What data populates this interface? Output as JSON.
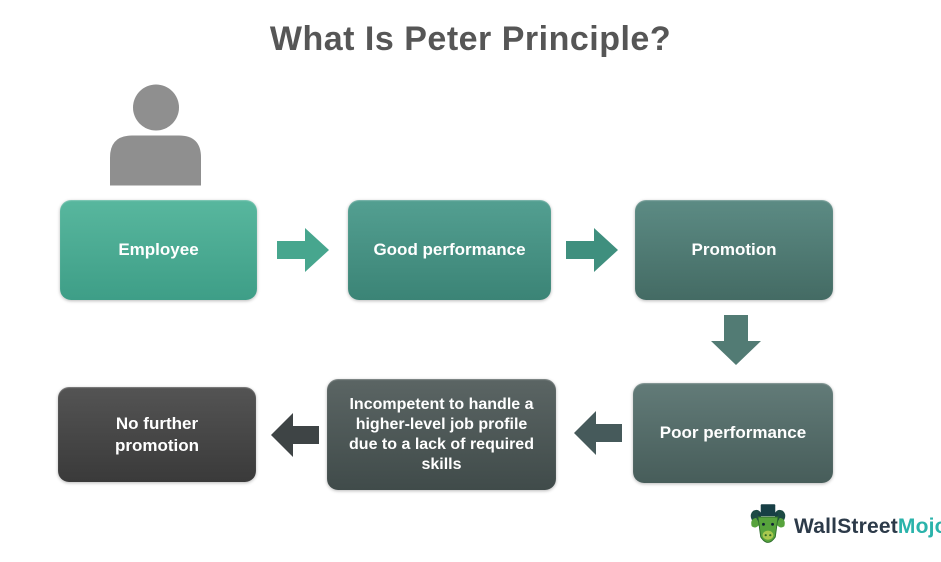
{
  "title": "What Is Peter Principle?",
  "diagram": {
    "nodes": {
      "employee": {
        "label": "Employee",
        "color_top": "#58b79e",
        "color_bottom": "#3e9e87"
      },
      "good_performance": {
        "label": "Good performance",
        "color_top": "#539f91",
        "color_bottom": "#3b8476"
      },
      "promotion": {
        "label": "Promotion",
        "color_top": "#5c8b84",
        "color_bottom": "#446b64"
      },
      "poor_performance": {
        "label": "Poor performance",
        "color_top": "#627b78",
        "color_bottom": "#475d5a"
      },
      "incompetent": {
        "label": "Incompetent to handle a higher-level job profile due to a lack of required skills",
        "color_top": "#5b6564",
        "color_bottom": "#404b4a"
      },
      "no_further_promotion": {
        "label": "No further promotion",
        "color_top": "#545454",
        "color_bottom": "#3a3a3a"
      }
    },
    "flow_order": [
      "Employee",
      "Good performance",
      "Promotion",
      "Poor performance",
      "Incompetent to handle a higher-level job profile due to a lack of required skills",
      "No further promotion"
    ],
    "person_icon_color": "#8f8f8f",
    "text_color": "#ffffff",
    "title_color": "#565656"
  },
  "arrows": {
    "employee_to_good": {
      "direction": "right",
      "fill": "#47a68e"
    },
    "good_to_promotion": {
      "direction": "right",
      "fill": "#3f8f7e"
    },
    "promotion_to_poor": {
      "direction": "down",
      "fill": "#527b74"
    },
    "poor_to_incompetent": {
      "direction": "left",
      "fill": "#465a5b"
    },
    "incompetent_to_nofurther": {
      "direction": "left",
      "fill": "#3e4445"
    }
  },
  "logo": {
    "brand_part1": "WallStreet",
    "brand_part2": "Mojo",
    "color_part1": "#2c3a49",
    "color_part2": "#2bb3ab",
    "mascot": "bull-with-top-hat"
  }
}
